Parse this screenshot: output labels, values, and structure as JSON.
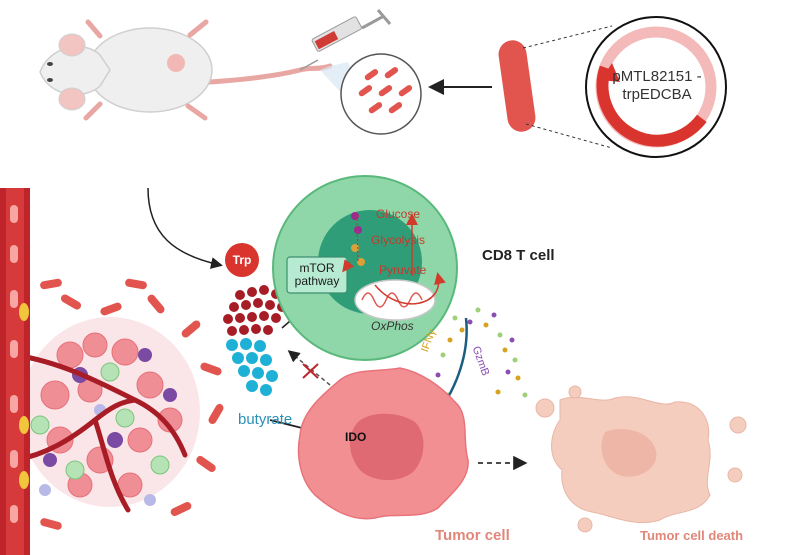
{
  "labels": {
    "plasmid": "pMTL82151 -trpEDCBA",
    "cd8_t_cell": "CD8 T cell",
    "glucose": "Glucose",
    "glycolysis": "Glycolysis",
    "pyruvate": "Pyruvate",
    "oxphos": "OxPhos",
    "mtor": "mTOR pathway",
    "trp": "Trp",
    "butyrate": "butyrate",
    "ido": "IDO",
    "tumor_cell": "Tumor cell",
    "tumor_cell_death": "Tumor cell death",
    "ifn": "IFNγ",
    "gzmb": "GzmB"
  },
  "colors": {
    "bacteria": "#e2554f",
    "tcell_outer": "#8fd7a8",
    "tcell_inner": "#2f9d78",
    "tumor": "#f28f93",
    "tumor_nucleus": "#e06a73",
    "dead_tumor": "#f4cdbf",
    "trp_dots": "#a61d26",
    "butyrate_dots": "#1fb0d6",
    "vessel": "#c0242b",
    "arrow_dark": "#1b5e80"
  },
  "icons": [
    "mouse-icon",
    "syringe-icon",
    "bacterium-icon",
    "plasmid-icon",
    "mitochondrion-icon",
    "blood-vessel-icon"
  ]
}
